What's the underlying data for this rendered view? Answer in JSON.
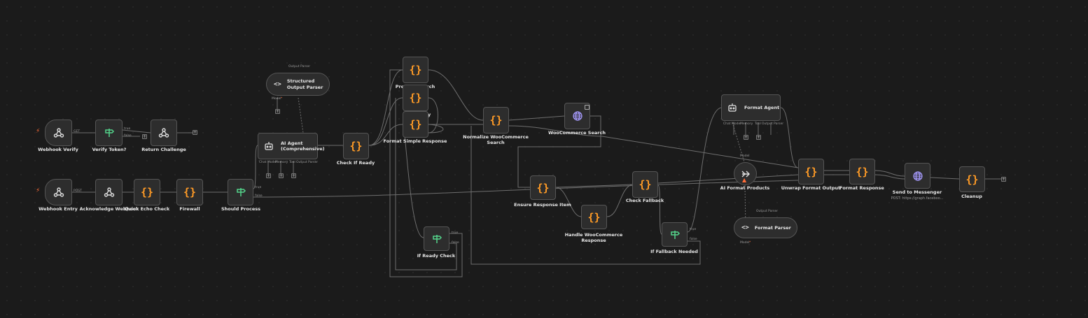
{
  "canvas": {
    "background": "#1b1b1b",
    "accent": "#ff9b26",
    "trigger_accent": "#ff6d39"
  },
  "nodes": {
    "webhook_verify": {
      "label": "Webhook Verify"
    },
    "verify_token": {
      "label": "Verify Token?"
    },
    "return_challenge": {
      "label": "Return Challenge"
    },
    "webhook_entry": {
      "label": "Webhook Entry"
    },
    "acknowledge_webhook": {
      "label": "Acknowledge Webhook"
    },
    "quick_echo_check": {
      "label": "Quick Echo Check"
    },
    "firewall": {
      "label": "Firewall"
    },
    "should_process": {
      "label": "Should Process"
    },
    "structured_output_parser": {
      "label": "Structured Output Parser"
    },
    "ai_agent": {
      "label": "AI Agent (Comprehensive)"
    },
    "check_if_ready": {
      "label": "Check If Ready"
    },
    "prepare_search": {
      "label": "Prepare Search"
    },
    "format_simple_response": {
      "label": "Format Simple Response"
    },
    "hidden_label": {
      "label": "y"
    },
    "if_ready_check": {
      "label": "If Ready Check"
    },
    "normalize_woocommerce_search": {
      "label": "Normalize WooCommerce Search"
    },
    "woocommerce_search": {
      "label": "WooCommerce Search"
    },
    "ensure_response_item": {
      "label": "Ensure Response Item"
    },
    "handle_woocommerce_response": {
      "label": "Handle WooCommerce Response"
    },
    "check_fallback": {
      "label": "Check Fallback"
    },
    "if_fallback_needed": {
      "label": "If Fallback Needed"
    },
    "format_agent": {
      "label": "Format Agent"
    },
    "ai_format_products": {
      "label": "AI Format Products"
    },
    "format_parser": {
      "label": "Format Parser"
    },
    "unwrap_format_output": {
      "label": "Unwrap Format Output"
    },
    "format_response": {
      "label": "Format Response"
    },
    "send_to_messenger": {
      "label": "Send to Messenger",
      "subtitle": "POST: https://graph.faceboo..."
    },
    "cleanup": {
      "label": "Cleanup"
    }
  },
  "ports": {
    "get": "GET",
    "post": "POST",
    "true": "true",
    "false": "false",
    "chat_model": "Chat Model",
    "memory": "Memory",
    "tool": "Tool",
    "output_parser": "Output Parser",
    "model": "Model",
    "required_mark": "*"
  },
  "icons": {
    "webhook": "webhook-icon",
    "if": "signpost-icon",
    "code": "code-braces-icon",
    "agent": "robot-icon",
    "parser": "code-brackets-icon",
    "http": "globe-icon",
    "llm": "share-arrows-icon"
  },
  "code_glyph": "{}",
  "parser_glyph": "<>",
  "plus_glyph": "+",
  "bolt_glyph": "⚡",
  "warn_glyph": "▲"
}
